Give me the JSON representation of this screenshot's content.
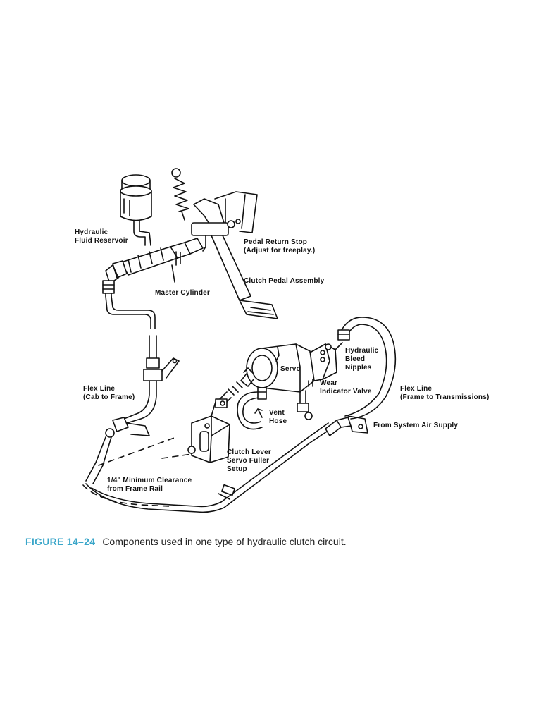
{
  "figure": {
    "caption_number": "FIGURE 14–24",
    "caption_text": "Components used in one type of hydraulic clutch circuit."
  },
  "labels": {
    "hydraulic_fluid_reservoir": [
      "Hydraulic",
      "Fluid Reservoir"
    ],
    "pedal_return_stop": [
      "Pedal Return Stop",
      "(Adjust for freeplay.)"
    ],
    "clutch_pedal_assembly": [
      "Clutch Pedal Assembly"
    ],
    "master_cylinder": [
      "Master Cylinder"
    ],
    "hydraulic_bleed_nipples": [
      "Hydraulic",
      "Bleed",
      "Nipples"
    ],
    "servo": [
      "Servo"
    ],
    "wear_indicator_valve": [
      "Wear",
      "Indicator Valve"
    ],
    "flex_line_cab_to_frame": [
      "Flex Line",
      "(Cab to Frame)"
    ],
    "flex_line_frame_to_transmissions": [
      "Flex Line",
      "(Frame to Transmissions)"
    ],
    "vent_hose": [
      "Vent",
      "Hose"
    ],
    "from_system_air_supply": [
      "From System Air Supply"
    ],
    "clutch_lever_servo_fuller_setup": [
      "Clutch Lever",
      "Servo Fuller",
      "Setup"
    ],
    "minimum_clearance": [
      "1/4\" Minimum Clearance",
      "from Frame Rail"
    ]
  },
  "colors": {
    "caption_number": "#3aa6c9",
    "line_art": "#111111"
  }
}
